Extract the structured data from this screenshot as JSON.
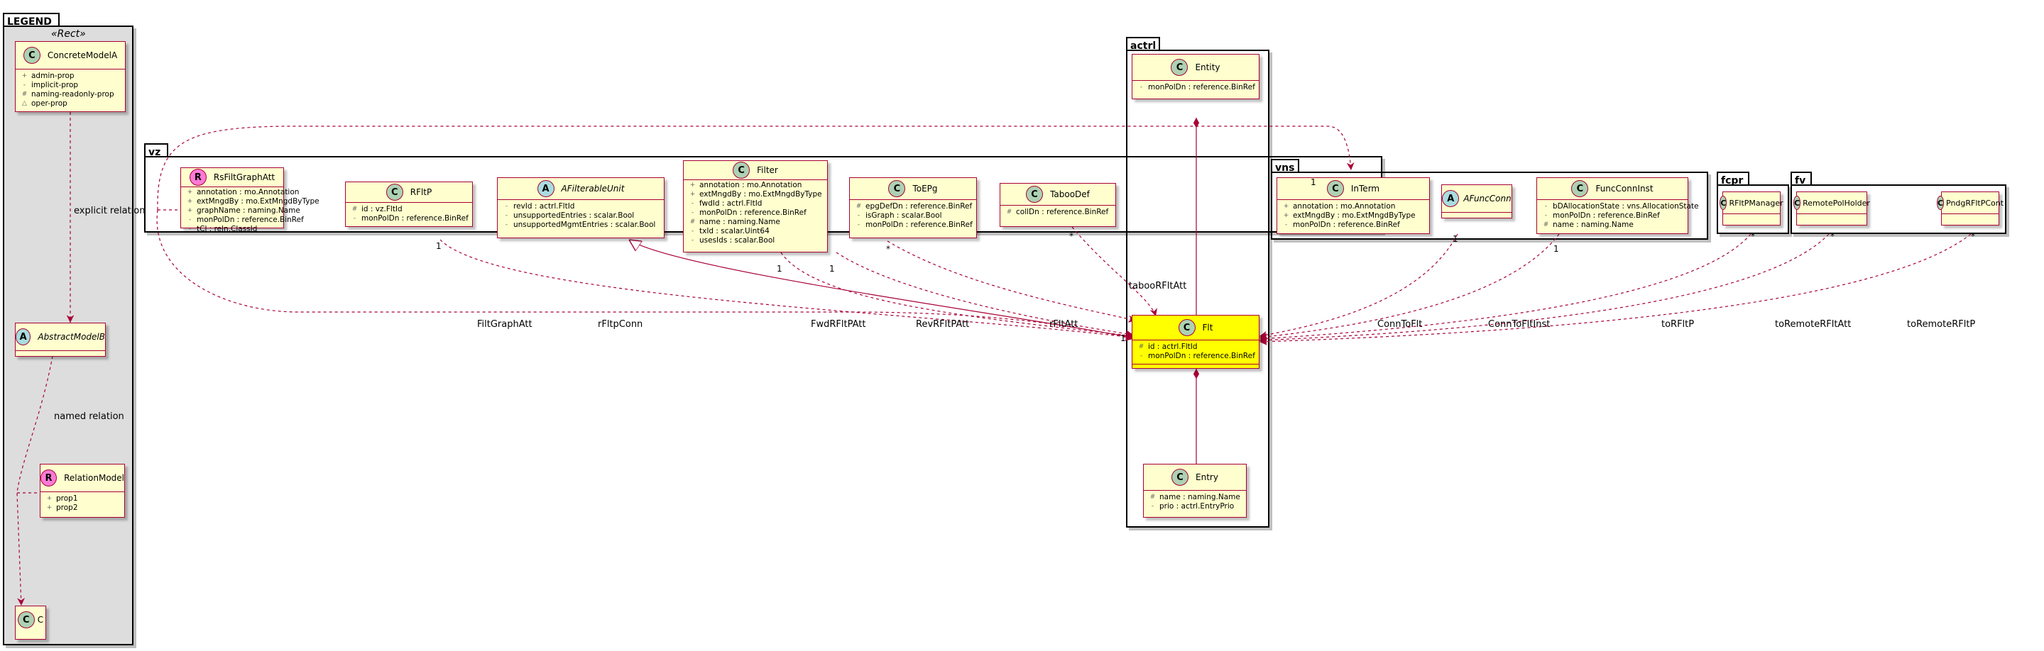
{
  "packages": {
    "legend": "LEGEND",
    "vz": "vz",
    "actrl": "actrl",
    "vns": "vns",
    "fcpr": "fcpr",
    "fv": "fv"
  },
  "legend_stereotype": "«Rect»",
  "classes": {
    "concrete_model_a": {
      "name": "ConcreteModelA",
      "badge": "C",
      "attrs": [
        {
          "vis": "+",
          "text": "admin-prop"
        },
        {
          "vis": "-",
          "text": "implicit-prop"
        },
        {
          "vis": "#",
          "text": "naming-readonly-prop"
        },
        {
          "vis": "△",
          "text": "oper-prop"
        }
      ]
    },
    "abstract_model_b": {
      "name": "AbstractModelB",
      "badge": "A"
    },
    "relation_model": {
      "name": "RelationModel",
      "badge": "R",
      "attrs": [
        {
          "vis": "+",
          "text": "prop1"
        },
        {
          "vis": "+",
          "text": "prop2"
        }
      ]
    },
    "c": {
      "name": "C",
      "badge": "C"
    },
    "rs_filt_graph_att": {
      "name": "RsFiltGraphAtt",
      "badge": "R",
      "attrs": [
        {
          "vis": "+",
          "text": "annotation : mo.Annotation"
        },
        {
          "vis": "+",
          "text": "extMngdBy : mo.ExtMngdByType"
        },
        {
          "vis": "+",
          "text": "graphName : naming.Name"
        },
        {
          "vis": "-",
          "text": "monPolDn : reference.BinRef"
        },
        {
          "vis": "-",
          "text": "tCl : reln.ClassId"
        }
      ]
    },
    "rfltp": {
      "name": "RFltP",
      "badge": "C",
      "attrs": [
        {
          "vis": "#",
          "text": "id : vz.FltId"
        },
        {
          "vis": "-",
          "text": "monPolDn : reference.BinRef"
        }
      ]
    },
    "afilterable_unit": {
      "name": "AFilterableUnit",
      "badge": "A",
      "attrs": [
        {
          "vis": "-",
          "text": "revId : actrl.FltId"
        },
        {
          "vis": "-",
          "text": "unsupportedEntries : scalar.Bool"
        },
        {
          "vis": "-",
          "text": "unsupportedMgmtEntries : scalar.Bool"
        }
      ]
    },
    "filter": {
      "name": "Filter",
      "badge": "C",
      "attrs": [
        {
          "vis": "+",
          "text": "annotation : mo.Annotation"
        },
        {
          "vis": "+",
          "text": "extMngdBy : mo.ExtMngdByType"
        },
        {
          "vis": "-",
          "text": "fwdId : actrl.FltId"
        },
        {
          "vis": "-",
          "text": "monPolDn : reference.BinRef"
        },
        {
          "vis": "#",
          "text": "name : naming.Name"
        },
        {
          "vis": "-",
          "text": "txId : scalar.Uint64"
        },
        {
          "vis": "-",
          "text": "usesIds : scalar.Bool"
        }
      ]
    },
    "toepg": {
      "name": "ToEPg",
      "badge": "C",
      "attrs": [
        {
          "vis": "#",
          "text": "epgDefDn : reference.BinRef"
        },
        {
          "vis": "-",
          "text": "isGraph : scalar.Bool"
        },
        {
          "vis": "-",
          "text": "monPolDn : reference.BinRef"
        }
      ]
    },
    "taboo_def": {
      "name": "TabooDef",
      "badge": "C",
      "attrs": [
        {
          "vis": "#",
          "text": "collDn : reference.BinRef"
        }
      ]
    },
    "entity": {
      "name": "Entity",
      "badge": "C",
      "attrs": [
        {
          "vis": "-",
          "text": "monPolDn : reference.BinRef"
        }
      ]
    },
    "flt": {
      "name": "Flt",
      "badge": "C",
      "attrs": [
        {
          "vis": "#",
          "text": "id : actrl.FltId"
        },
        {
          "vis": "-",
          "text": "monPolDn : reference.BinRef"
        }
      ]
    },
    "entry": {
      "name": "Entry",
      "badge": "C",
      "attrs": [
        {
          "vis": "#",
          "text": "name : naming.Name"
        },
        {
          "vis": "-",
          "text": "prio : actrl.EntryPrio"
        }
      ]
    },
    "in_term": {
      "name": "InTerm",
      "badge": "C",
      "attrs": [
        {
          "vis": "+",
          "text": "annotation : mo.Annotation"
        },
        {
          "vis": "+",
          "text": "extMngdBy : mo.ExtMngdByType"
        },
        {
          "vis": "-",
          "text": "monPolDn : reference.BinRef"
        }
      ]
    },
    "afunc_conn": {
      "name": "AFuncConn",
      "badge": "A"
    },
    "func_conn_inst": {
      "name": "FuncConnInst",
      "badge": "C",
      "attrs": [
        {
          "vis": "-",
          "text": "bDAllocationState : vns.AllocationState"
        },
        {
          "vis": "-",
          "text": "monPolDn : reference.BinRef"
        },
        {
          "vis": "#",
          "text": "name : naming.Name"
        }
      ]
    },
    "rflt_p_manager": {
      "name": "RFltPManager",
      "badge": "C"
    },
    "remote_pol_holder": {
      "name": "RemotePolHolder",
      "badge": "C"
    },
    "pndg_rfltp_cont": {
      "name": "PndgRFltPCont",
      "badge": "C"
    }
  },
  "relations": {
    "explicit": "explicit relation",
    "named": "named relation",
    "filt_graph_att": "FiltGraphAtt",
    "rfltp_conn": "rFltpConn",
    "fwd_rfltp_att": "FwdRFltPAtt",
    "rev_rfltp_att": "RevRFltPAtt",
    "rflt_att": "rFltAtt",
    "taboo_rflt_att": "tabooRFltAtt",
    "conn_to_flt": "ConnToFlt",
    "conn_to_flt_inst": "ConnToFltInst",
    "to_rfltp": "toRFltP",
    "to_remote_rflt_att": "toRemoteRFltAtt",
    "to_remote_rfltp": "toRemoteRFltP"
  },
  "multiplicities": {
    "one": "1",
    "many": "*"
  },
  "colors": {
    "class_fill": "#fefece",
    "class_border": "#a80036",
    "highlight_fill": "#ffff00",
    "legend_fill": "#dddddd",
    "edge": "#a80036"
  }
}
